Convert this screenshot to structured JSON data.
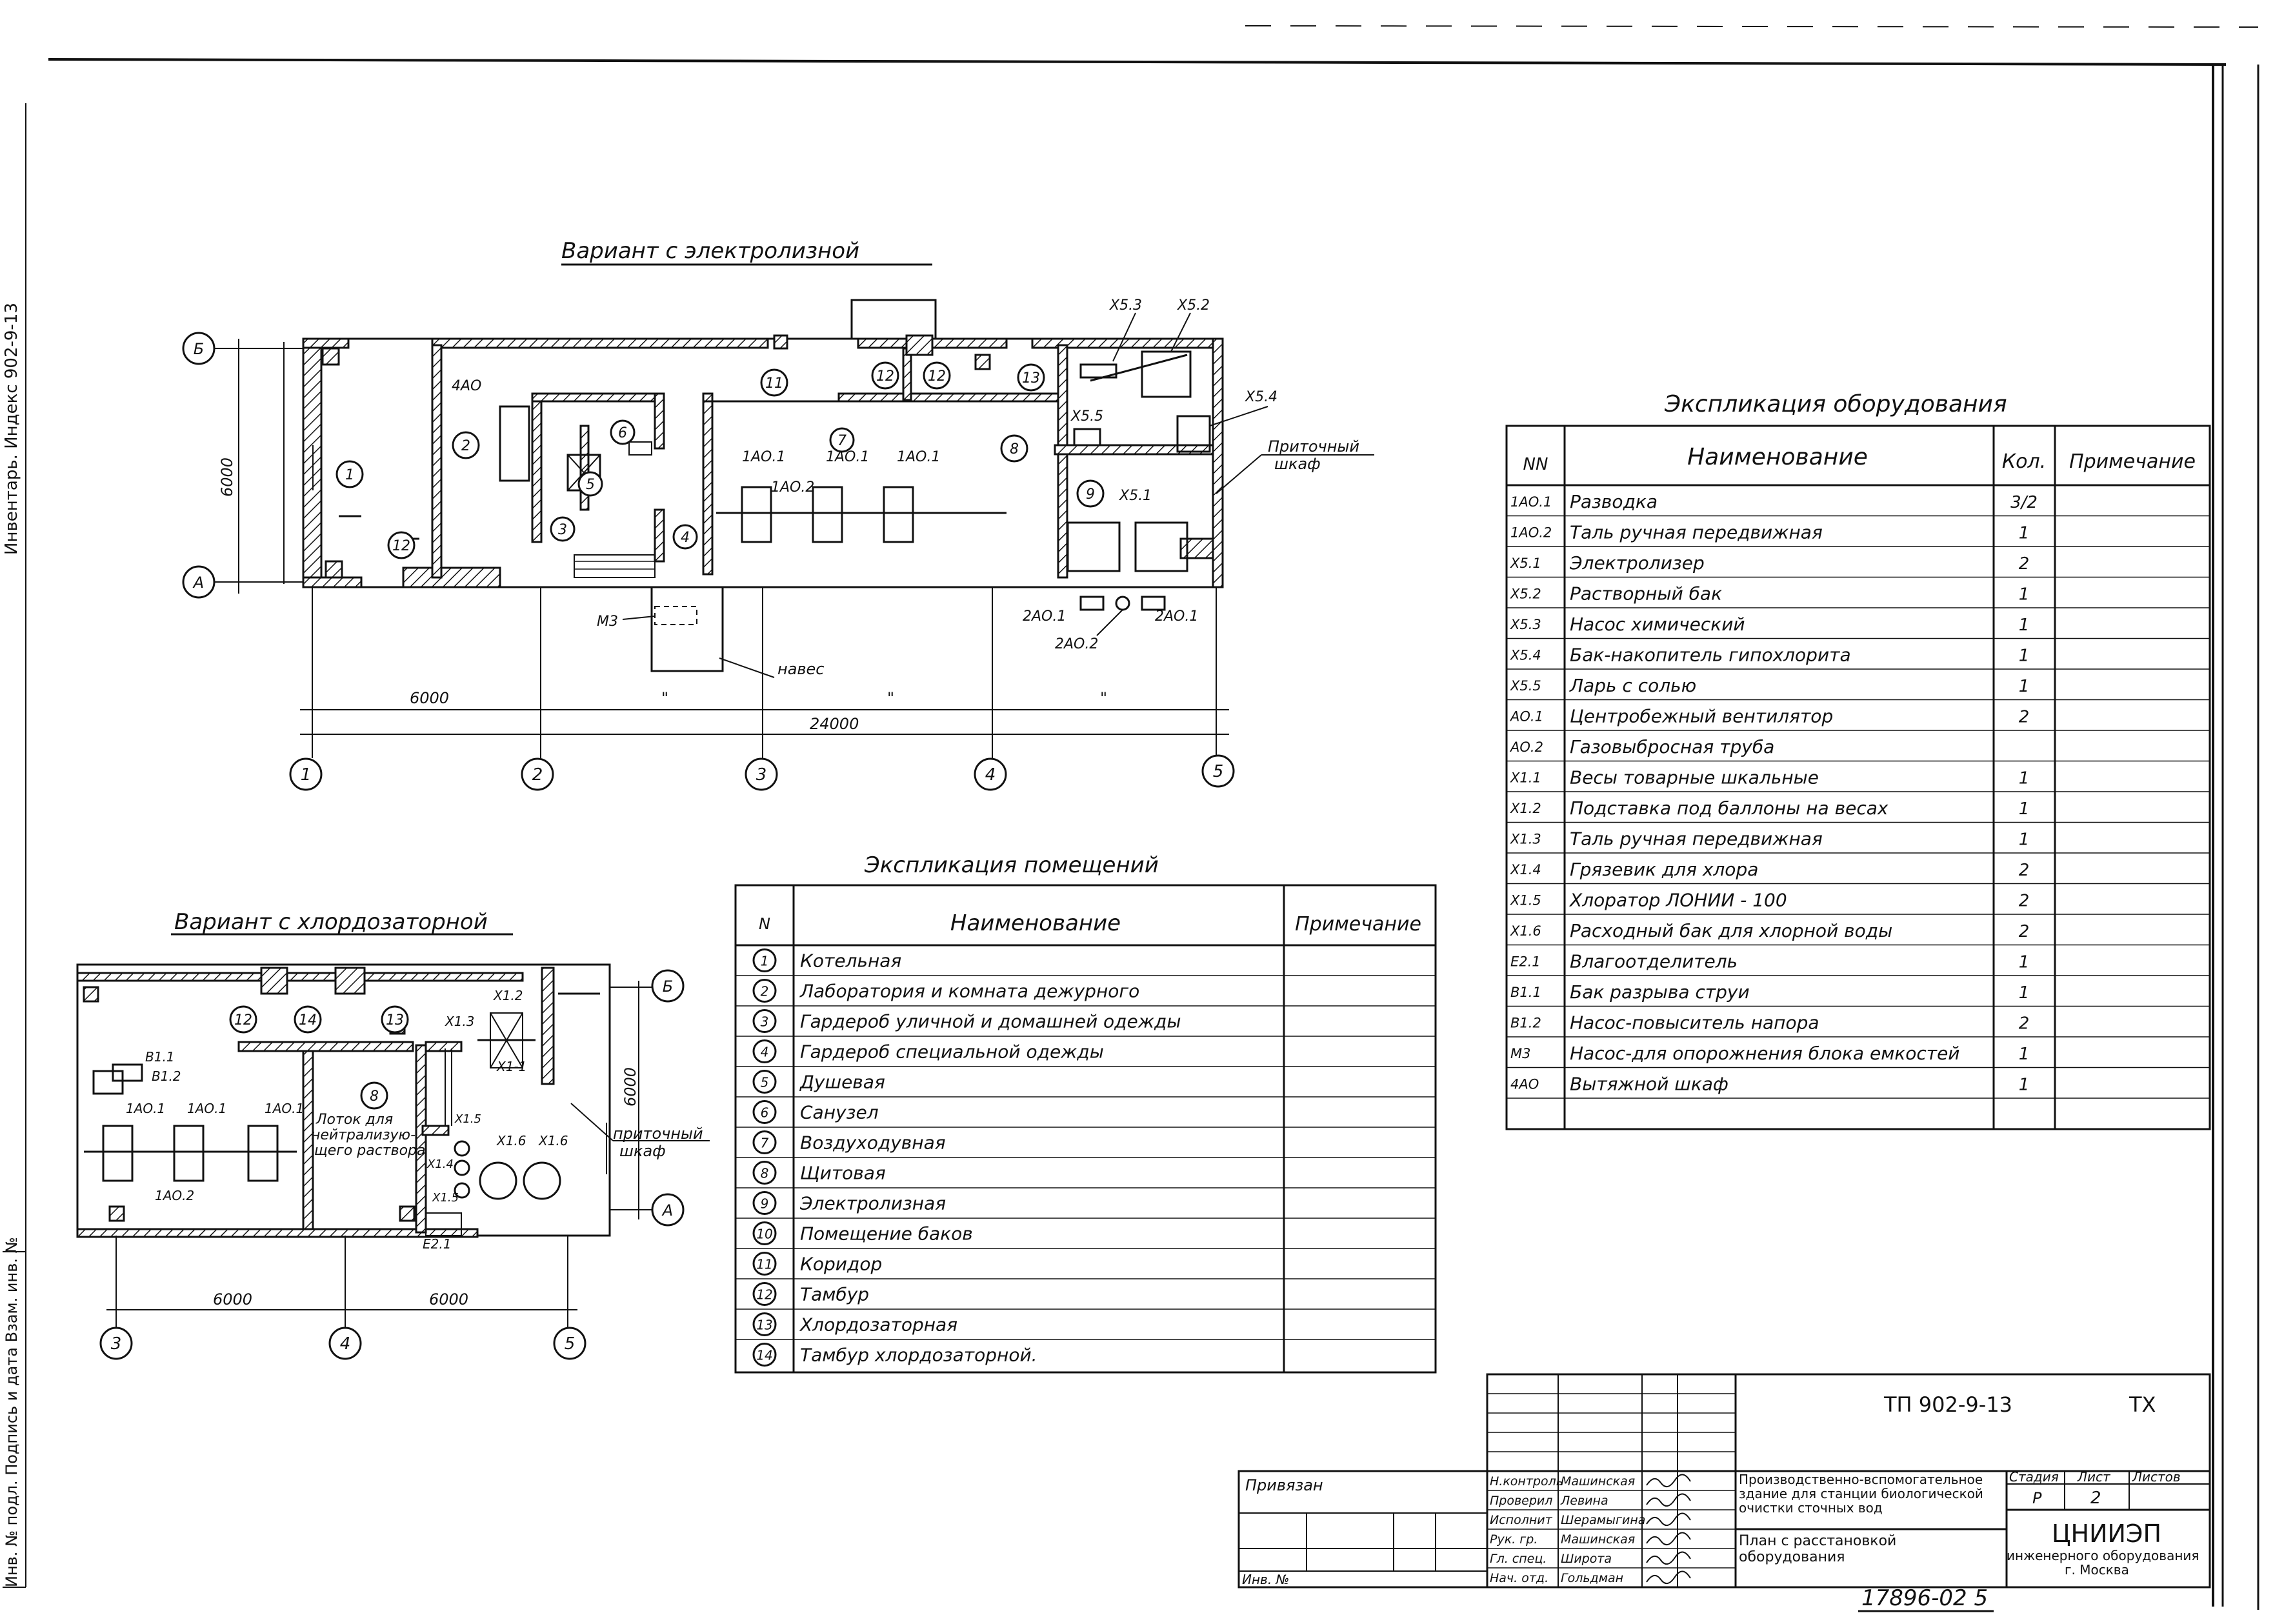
{
  "side_stamp": {
    "inv_top": "Инвентарь. Индекс 902-9-13",
    "inv_bottom": "Инв. № подл. Подпись и дата Взам. инв. №"
  },
  "plan_electrolysis": {
    "title": "Вариант с электролизной",
    "axes": [
      "1",
      "2",
      "3",
      "4",
      "5"
    ],
    "rows": [
      "Б",
      "А"
    ],
    "dim_6000_left": "6000",
    "dim_6000_top": "6000",
    "dim_total": "24000",
    "dim_marks": [
      "\"",
      "\"",
      "\""
    ],
    "rooms": [
      "1",
      "2",
      "3",
      "4",
      "5",
      "6",
      "7",
      "8",
      "9",
      "11",
      "12",
      "12",
      "13"
    ],
    "equipment": [
      "4АО",
      "1АО.1",
      "1АО.2",
      "1АО.1",
      "1АО.1",
      "Х5.3",
      "Х5.2",
      "Х5.4",
      "Х5.5",
      "Х5.1",
      "2АО.1",
      "2АО.1",
      "2АО.2",
      "М3"
    ],
    "callouts": {
      "vent": "Приточный шкаф",
      "canopy": "навес"
    }
  },
  "plan_chlorine": {
    "title": "Вариант с хлордозаторной",
    "axes": [
      "3",
      "4",
      "5"
    ],
    "rows": [
      "Б",
      "А"
    ],
    "dims": [
      "6000",
      "6000"
    ],
    "dim_vertical": "6000",
    "rooms": [
      "12",
      "14",
      "13",
      "8"
    ],
    "equipment": [
      "В1.1",
      "В1.2",
      "1АО.1",
      "1АО.1",
      "1АО.1",
      "1АО.2",
      "Х1.2",
      "Х1.3",
      "Х1-1",
      "Х1.5",
      "Х1.4",
      "Х1.5",
      "Х1.6",
      "Х1.6",
      "Е2.1"
    ],
    "tray_label_lines": [
      "Лоток для",
      "нейтрализую-",
      "щего раствора"
    ],
    "callout": "приточный шкаф"
  },
  "rooms_table": {
    "title": "Экспликация помещений",
    "headers": [
      "N",
      "Наименование",
      "Примечание"
    ],
    "rows": [
      {
        "n": "1",
        "name": "Котельная"
      },
      {
        "n": "2",
        "name": "Лаборатория и комната дежурного"
      },
      {
        "n": "3",
        "name": "Гардероб уличной и домашней одежды"
      },
      {
        "n": "4",
        "name": "Гардероб специальной одежды"
      },
      {
        "n": "5",
        "name": "Душевая"
      },
      {
        "n": "6",
        "name": "Санузел"
      },
      {
        "n": "7",
        "name": "Воздуходувная"
      },
      {
        "n": "8",
        "name": "Щитовая"
      },
      {
        "n": "9",
        "name": "Электролизная"
      },
      {
        "n": "10",
        "name": "Помещение баков"
      },
      {
        "n": "11",
        "name": "Коридор"
      },
      {
        "n": "12",
        "name": "Тамбур"
      },
      {
        "n": "13",
        "name": "Хлордозаторная"
      },
      {
        "n": "14",
        "name": "Тамбур хлордозаторной."
      }
    ]
  },
  "equipment_table": {
    "title": "Экспликация оборудования",
    "headers": [
      "NN",
      "Наименование",
      "Кол.",
      "Примечание"
    ],
    "rows": [
      {
        "nn": "1АО.1",
        "name": "Разводка",
        "qty": "3/2"
      },
      {
        "nn": "1АО.2",
        "name": "Таль ручная передвижная",
        "qty": "1"
      },
      {
        "nn": "Х5.1",
        "name": "Электролизер",
        "qty": "2"
      },
      {
        "nn": "Х5.2",
        "name": "Растворный бак",
        "qty": "1"
      },
      {
        "nn": "Х5.3",
        "name": "Насос химический",
        "qty": "1"
      },
      {
        "nn": "Х5.4",
        "name": "Бак-накопитель гипохлорита",
        "qty": "1"
      },
      {
        "nn": "Х5.5",
        "name": "Ларь с солью",
        "qty": "1"
      },
      {
        "nn": "АО.1",
        "name": "Центробежный вентилятор",
        "qty": "2"
      },
      {
        "nn": "АО.2",
        "name": "Газовыбросная труба",
        "qty": ""
      },
      {
        "nn": "Х1.1",
        "name": "Весы товарные шкальные",
        "qty": "1"
      },
      {
        "nn": "Х1.2",
        "name": "Подставка под баллоны на весах",
        "qty": "1"
      },
      {
        "nn": "Х1.3",
        "name": "Таль ручная передвижная",
        "qty": "1"
      },
      {
        "nn": "Х1.4",
        "name": "Грязевик для хлора",
        "qty": "2"
      },
      {
        "nn": "Х1.5",
        "name": "Хлоратор ЛОНИИ - 100",
        "qty": "2"
      },
      {
        "nn": "Х1.6",
        "name": "Расходный бак для хлорной воды",
        "qty": "2"
      },
      {
        "nn": "Е2.1",
        "name": "Влагоотделитель",
        "qty": "1"
      },
      {
        "nn": "В1.1",
        "name": "Бак разрыва струи",
        "qty": "1"
      },
      {
        "nn": "В1.2",
        "name": "Насос-повыситель напора",
        "qty": "2"
      },
      {
        "nn": "М3",
        "name": "Насос-для опорожнения блока емкостей",
        "qty": "1"
      },
      {
        "nn": "4АО",
        "name": "Вытяжной шкаф",
        "qty": "1"
      }
    ]
  },
  "title_block": {
    "code": "ТП 902-9-13",
    "mark": "ТХ",
    "privyazan": "Привязан",
    "inv_no": "Инв. №",
    "roles": [
      "Н.контроль",
      "Проверил",
      "Исполнит",
      "Рук. гр.",
      "Гл. спец.",
      "Нач. отд."
    ],
    "names": [
      "Машинская",
      "Левина",
      "Шерамыгина",
      "Машинская",
      "Широта",
      "Гольдман"
    ],
    "building_lines": [
      "Производственно-вспомогательное",
      "здание для станции биологической",
      "очистки сточных вод"
    ],
    "sheet_title_lines": [
      "План с расстановкой",
      "оборудования"
    ],
    "stage_label": "Стадия",
    "sheet_label": "Лист",
    "sheets_label": "Листов",
    "stage": "Р",
    "sheet": "2",
    "org": "ЦНИИЭП",
    "org_sub_lines": [
      "инженерного оборудования",
      "г. Москва"
    ],
    "bottom_number": "17896-02 5"
  }
}
